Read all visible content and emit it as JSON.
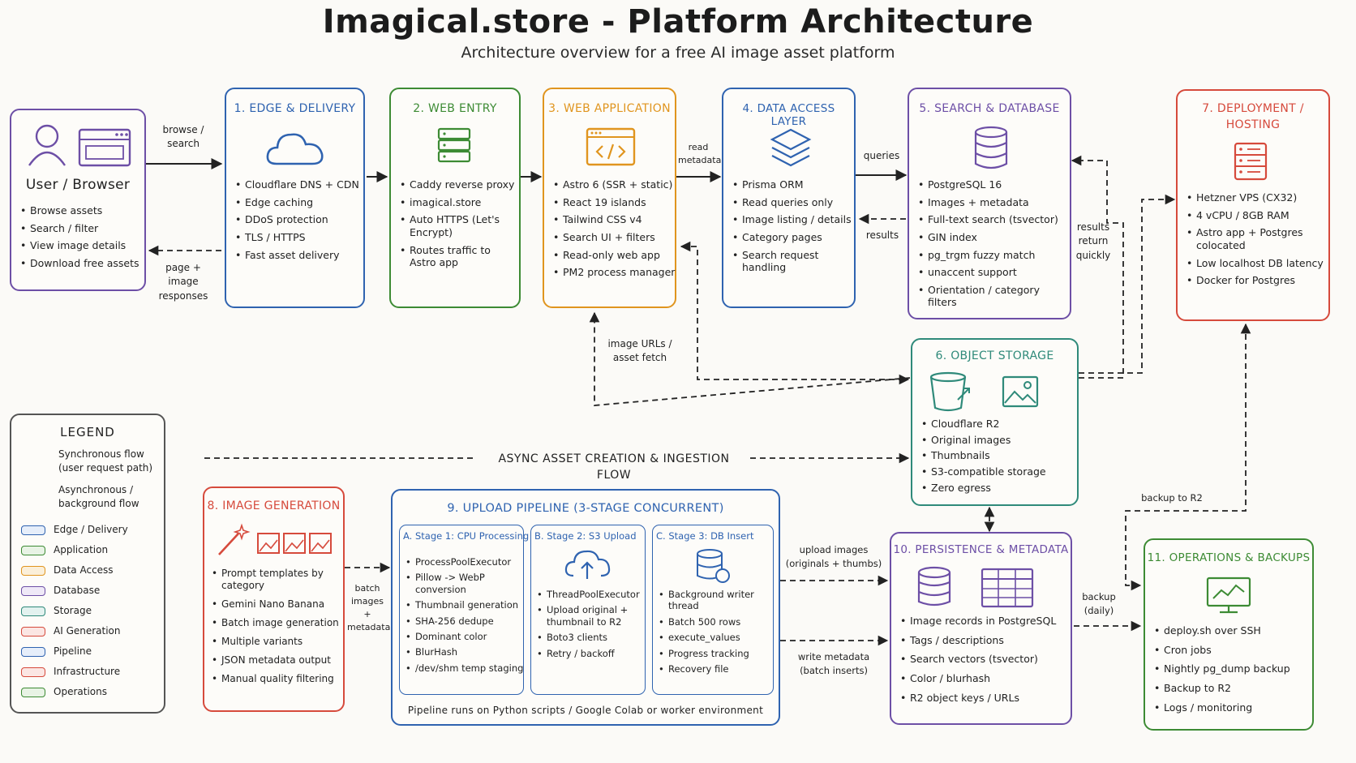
{
  "title": "Imagical.store - Platform Architecture",
  "subtitle": "Architecture overview for a free AI image asset platform",
  "colors": {
    "edge": "#2f63b0",
    "application": "#3d8b34",
    "data_access": "#e0951f",
    "database": "#6d4fa6",
    "storage": "#2f8a7a",
    "ai_generation": "#d64a3c",
    "pipeline": "#2f63b0",
    "infrastructure": "#d64a3c",
    "operations": "#3d8b34",
    "dal": "#2f63b0"
  },
  "user": {
    "title": "User / Browser",
    "items": [
      "Browse assets",
      "Search / filter",
      "View image details",
      "Download free assets"
    ]
  },
  "edge": {
    "title": "1. EDGE & DELIVERY",
    "items": [
      "Cloudflare DNS + CDN",
      "Edge caching",
      "DDoS protection",
      "TLS / HTTPS",
      "Fast asset delivery"
    ]
  },
  "web_entry": {
    "title": "2. WEB ENTRY",
    "items": [
      "Caddy reverse proxy",
      "imagical.store",
      "Auto HTTPS (Let's Encrypt)",
      "Routes traffic to Astro app"
    ]
  },
  "web_app": {
    "title": "3. WEB APPLICATION",
    "items": [
      "Astro 6 (SSR + static)",
      "React 19 islands",
      "Tailwind CSS v4",
      "Search UI + filters",
      "Read-only web app",
      "PM2 process manager"
    ]
  },
  "data_access": {
    "title": "4. DATA ACCESS LAYER",
    "items": [
      "Prisma ORM",
      "Read queries only",
      "Image listing / details",
      "Category pages",
      "Search request handling"
    ]
  },
  "search_db": {
    "title": "5. SEARCH & DATABASE",
    "items": [
      "PostgreSQL 16",
      "Images + metadata",
      "Full-text search (tsvector)",
      "GIN index",
      "pg_trgm fuzzy match",
      "unaccent support",
      "Orientation / category filters"
    ]
  },
  "object_storage": {
    "title": "6. OBJECT STORAGE",
    "items": [
      "Cloudflare R2",
      "Original images",
      "Thumbnails",
      "S3-compatible storage",
      "Zero egress"
    ]
  },
  "deployment": {
    "title_line1": "7. DEPLOYMENT /",
    "title_line2": "HOSTING",
    "items": [
      "Hetzner VPS (CX32)",
      "4 vCPU / 8GB RAM",
      "Astro app + Postgres colocated",
      "Low localhost DB latency",
      "Docker for Postgres"
    ]
  },
  "image_gen": {
    "title": "8. IMAGE GENERATION",
    "items": [
      "Prompt templates by category",
      "Gemini Nano Banana",
      "Batch image generation",
      "Multiple variants",
      "JSON metadata output",
      "Manual quality filtering"
    ]
  },
  "upload": {
    "title": "9. UPLOAD PIPELINE (3-STAGE CONCURRENT)",
    "footer": "Pipeline runs on Python scripts / Google Colab or worker environment",
    "stage_a": {
      "title": "A. Stage 1: CPU Processing",
      "items": [
        "ProcessPoolExecutor",
        "Pillow -> WebP conversion",
        "Thumbnail generation",
        "SHA-256 dedupe",
        "Dominant color",
        "BlurHash",
        "/dev/shm temp staging"
      ]
    },
    "stage_b": {
      "title": "B. Stage 2: S3 Upload",
      "items": [
        "ThreadPoolExecutor",
        "Upload original + thumbnail to R2",
        "Boto3 clients",
        "Retry / backoff"
      ]
    },
    "stage_c": {
      "title": "C. Stage 3: DB Insert",
      "items": [
        "Background writer thread",
        "Batch 500 rows",
        "execute_values",
        "Progress tracking",
        "Recovery file"
      ]
    }
  },
  "persistence": {
    "title": "10. PERSISTENCE & METADATA",
    "items": [
      "Image records in PostgreSQL",
      "Tags / descriptions",
      "Search vectors (tsvector)",
      "Color / blurhash",
      "R2 object keys / URLs"
    ]
  },
  "operations": {
    "title": "11. OPERATIONS & BACKUPS",
    "items": [
      "deploy.sh over SSH",
      "Cron jobs",
      "Nightly pg_dump backup",
      "Backup to R2",
      "Logs / monitoring"
    ]
  },
  "flows": {
    "browse": "browse / search",
    "responses": "page + image responses",
    "read_metadata": "read metadata",
    "queries": "queries",
    "results": "results",
    "results_return": "results return quickly",
    "image_urls": "image URLs / asset fetch",
    "async_banner": "ASYNC ASSET CREATION & INGESTION FLOW",
    "batch": "batch images + metadata",
    "upload_images": "upload images (originals + thumbs)",
    "write_metadata": "write metadata (batch inserts)",
    "backup_daily": "backup (daily)",
    "backup_r2": "backup to R2"
  },
  "legend": {
    "title": "LEGEND",
    "sync": "Synchronous flow (user request path)",
    "async": "Asynchronous / background flow",
    "entries": [
      "Edge / Delivery",
      "Application",
      "Data Access",
      "Database",
      "Storage",
      "AI Generation",
      "Pipeline",
      "Infrastructure",
      "Operations"
    ]
  }
}
